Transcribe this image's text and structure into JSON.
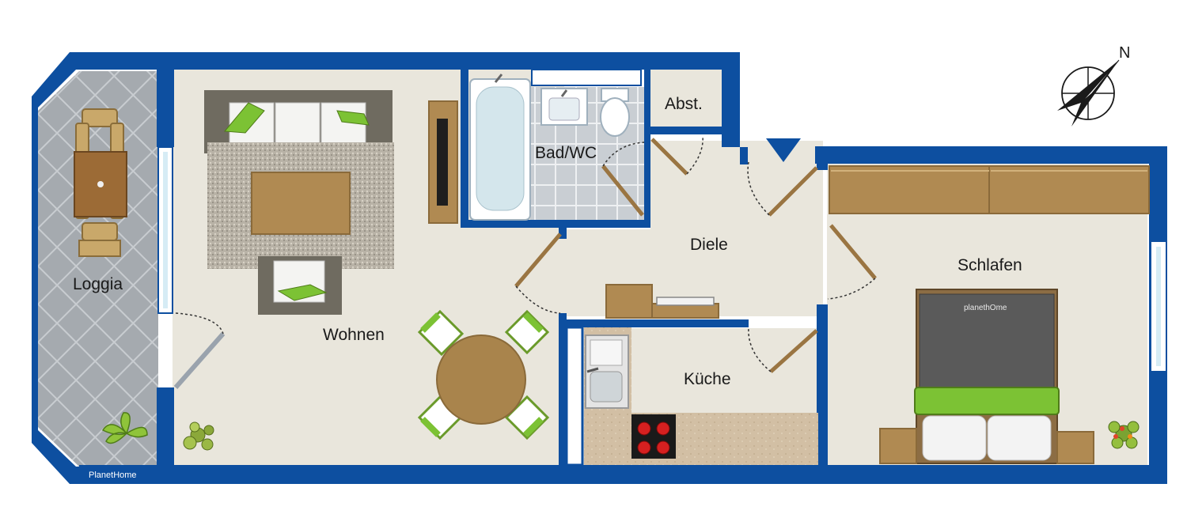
{
  "rooms": {
    "loggia": "Loggia",
    "wohnen": "Wohnen",
    "bad_wc": "Bad/WC",
    "abst": "Abst.",
    "diele": "Diele",
    "kueche": "Küche",
    "schlafen": "Schlafen"
  },
  "compass": {
    "north_label": "N",
    "icon": "compass-icon"
  },
  "branding": {
    "footer": "PlanetHome",
    "bed_logo": "planethOme"
  },
  "colors": {
    "wall": "#0d4fa0",
    "floor": "#e9e6dc",
    "wood": "#9c7a4a",
    "accent_green": "#7cc234",
    "loggia_tile": "#9ea3a8"
  }
}
